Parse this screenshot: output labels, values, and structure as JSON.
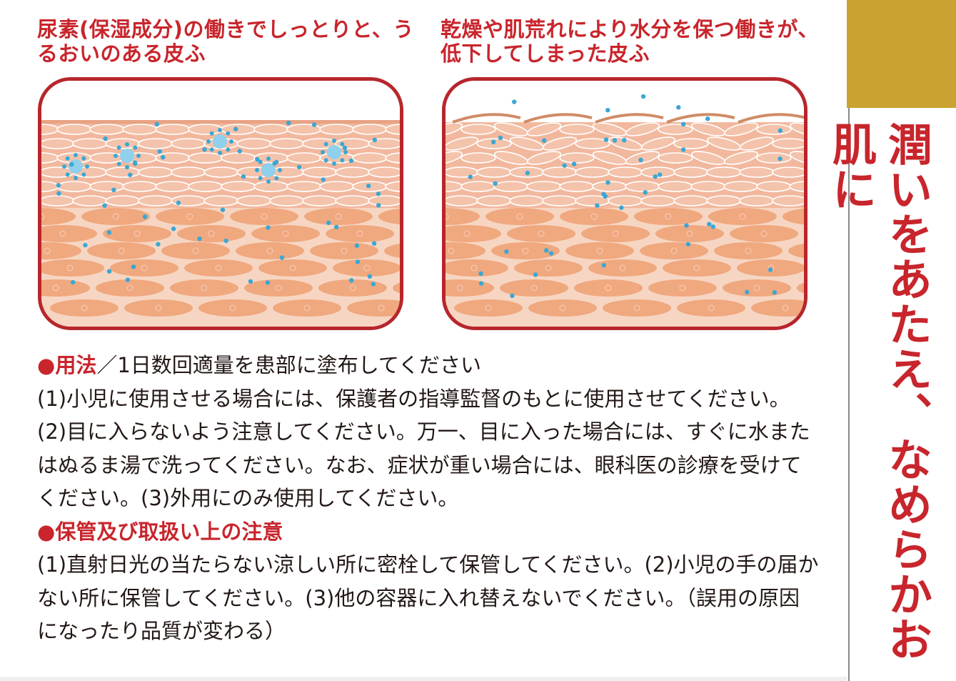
{
  "diagram": {
    "left_caption": "尿素(保湿成分)の働きでしっとりと、うるおいのある皮ふ",
    "right_caption": "乾燥や肌荒れにより水分を保つ働きが、低下してしまった皮ふ"
  },
  "usage": {
    "bullet": "●",
    "heading": "用法",
    "heading_rest": "／1日数回適量を患部に塗布してください",
    "body": "(1)小児に使用させる場合には、保護者の指導監督のもとに使用させてください。(2)目に入らないよう注意してください。万一、目に入った場合には、すぐに水またはぬるま湯で洗ってください。なお、症状が重い場合には、眼科医の診療を受けてください。(3)外用にのみ使用してください。"
  },
  "storage": {
    "bullet": "●",
    "heading": "保管及び取扱い上の注意",
    "body": "(1)直射日光の当たらない涼しい所に密栓して保管してください。(2)小児の手の届かない所に保管してください。(3)他の容器に入れ替えないでください。（誤用の原因になったり品質が変わる）"
  },
  "sidebar": {
    "title": "潤いをあたえ、なめらかお肌に",
    "accent_color": "#c9a231",
    "title_color": "#c8252c"
  },
  "colors": {
    "accent_red": "#c8252c",
    "frame_red": "#b7262c",
    "water_dot": "#3aa7d4"
  }
}
